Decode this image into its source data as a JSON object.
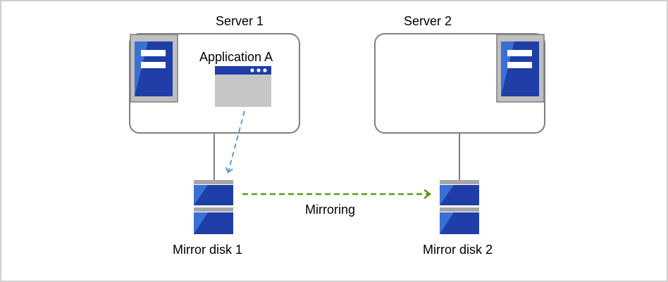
{
  "servers": [
    {
      "label": "Server 1"
    },
    {
      "label": "Server 2"
    }
  ],
  "application": {
    "label": "Application A"
  },
  "disks": [
    {
      "label": "Mirror disk 1"
    },
    {
      "label": "Mirror disk 2"
    }
  ],
  "mirroring": {
    "label": "Mirroring"
  },
  "colors": {
    "border": "#888888",
    "outline": "#7f7f7f",
    "server_icon_bg": "#bfbfbf",
    "disk_blue": "#1f3ea8",
    "disk_light": "#3a6fd6",
    "disk_cap": "#a6a6a6",
    "app_window": "#c6c6c6",
    "app_titlebar": "#1f3ea8",
    "access_arrow": "#5b9bd5",
    "mirror_arrow": "#5a9a14"
  }
}
